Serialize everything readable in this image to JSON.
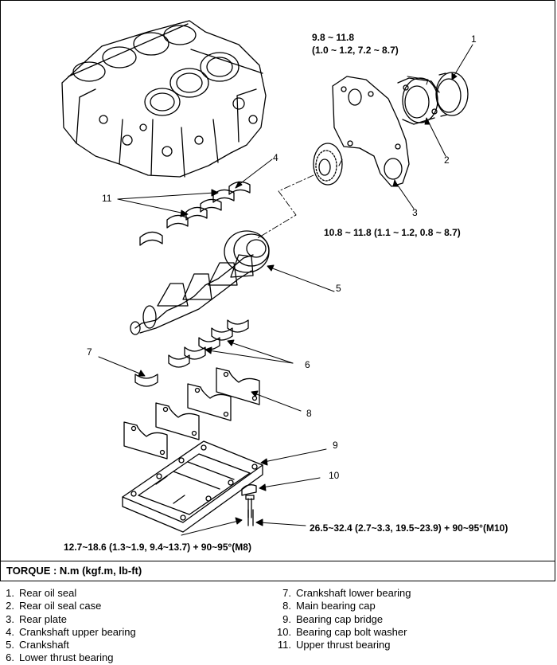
{
  "callouts": {
    "n1": "1",
    "n2": "2",
    "n3": "3",
    "n4": "4",
    "n5": "5",
    "n6": "6",
    "n7": "7",
    "n8": "8",
    "n9": "9",
    "n10": "10",
    "n11": "11"
  },
  "torques": {
    "oil_seal_case_line1": "9.8 ~ 11.8",
    "oil_seal_case_line2": "(1.0 ~ 1.2, 7.2 ~ 8.7)",
    "rear_plate": "10.8 ~ 11.8 (1.1 ~ 1.2, 0.8 ~ 8.7)",
    "m10": "26.5~32.4 (2.7~3.3, 19.5~23.9) + 90~95°(M10)",
    "m8": "12.7~18.6 (1.3~1.9, 9.4~13.7) + 90~95°(M8)"
  },
  "torque_header": "TORQUE : N.m (kgf.m, lb-ft)",
  "legend": {
    "left": [
      {
        "num": "1.",
        "label": "Rear oil seal"
      },
      {
        "num": "2.",
        "label": "Rear oil seal case"
      },
      {
        "num": "3.",
        "label": "Rear plate"
      },
      {
        "num": "4.",
        "label": "Crankshaft upper bearing"
      },
      {
        "num": "5.",
        "label": "Crankshaft"
      },
      {
        "num": "6.",
        "label": "Lower thrust bearing"
      }
    ],
    "right": [
      {
        "num": "7.",
        "label": "Crankshaft lower bearing"
      },
      {
        "num": "8.",
        "label": "Main bearing cap"
      },
      {
        "num": "9.",
        "label": "Bearing cap bridge"
      },
      {
        "num": "10.",
        "label": "Bearing cap bolt washer"
      },
      {
        "num": "11.",
        "label": "Upper thrust bearing"
      }
    ]
  }
}
